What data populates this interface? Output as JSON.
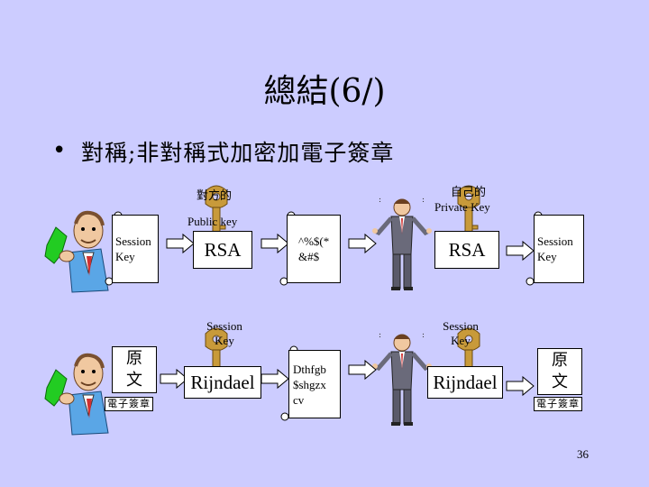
{
  "title": "總結(6/)",
  "bullet": "對稱;非對稱式加密加電子簽章",
  "top_row": {
    "peer_label": "對方的",
    "public_key": "Public key",
    "own_label": "自己的",
    "private_key": "Private Key",
    "session_key_left": [
      "Session",
      "Key"
    ],
    "rsa_left": "RSA",
    "cipher": [
      "^%$(*",
      "&#$"
    ],
    "rsa_right": "RSA",
    "session_key_right": [
      "Session",
      "Key"
    ]
  },
  "bottom_row": {
    "original_left": [
      "原",
      "文"
    ],
    "signature_left": "電子簽章",
    "session_key_label_left": [
      "Session",
      "Key"
    ],
    "rijndael_left": "Rijndael",
    "cipher": [
      "Dthfgb",
      "$shgzx",
      "cv"
    ],
    "session_key_label_right": [
      "Session",
      "Key"
    ],
    "rijndael_right": "Rijndael",
    "original_right": [
      "原",
      "文"
    ],
    "signature_right": "電子簽章"
  },
  "page_number": "36",
  "colors": {
    "background": "#ccccff",
    "key": "#c89a3a",
    "paper": "#ffffff",
    "leaf": "#22cc22"
  },
  "icons": [
    "man-with-cash-icon",
    "key-icon",
    "scroll-icon",
    "arrow-right-icon",
    "businessman-shrugging-icon"
  ]
}
